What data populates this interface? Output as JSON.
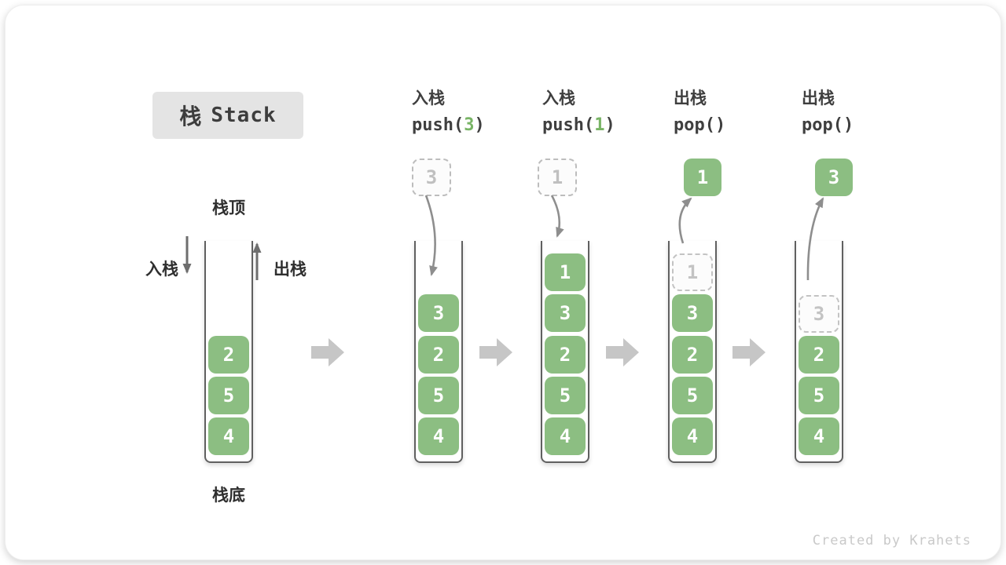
{
  "title": {
    "zh": "栈",
    "en": "Stack"
  },
  "side_labels": {
    "top": "栈顶",
    "bottom": "栈底",
    "push": "入栈",
    "pop": "出栈"
  },
  "headers": [
    {
      "op": "入栈",
      "fn": "push(",
      "arg": "3",
      "close": ")"
    },
    {
      "op": "入栈",
      "fn": "push(",
      "arg": "1",
      "close": ")"
    },
    {
      "op": "出栈",
      "fn": "pop(",
      "arg": "",
      "close": ")"
    },
    {
      "op": "出栈",
      "fn": "pop(",
      "arg": "",
      "close": ")"
    }
  ],
  "stacks": [
    {
      "cells": [
        "2",
        "5",
        "4"
      ]
    },
    {
      "float": "3",
      "cells": [
        "3",
        "2",
        "5",
        "4"
      ]
    },
    {
      "float": "1",
      "cells": [
        "1",
        "3",
        "2",
        "5",
        "4"
      ]
    },
    {
      "float": "1",
      "ghost": "1",
      "cells": [
        "3",
        "2",
        "5",
        "4"
      ]
    },
    {
      "float": "3",
      "ghost": "3",
      "cells": [
        "2",
        "5",
        "4"
      ]
    }
  ],
  "footer": "Created by Krahets",
  "colors": {
    "cell_green": "#8cbe82",
    "arg_green": "#78b465",
    "ghost_gray": "#c3c3c3",
    "curve_arrow_gray": "#8e8e8e",
    "block_arrow_gray": "#c6c6c6",
    "title_bg": "#e4e4e4"
  }
}
